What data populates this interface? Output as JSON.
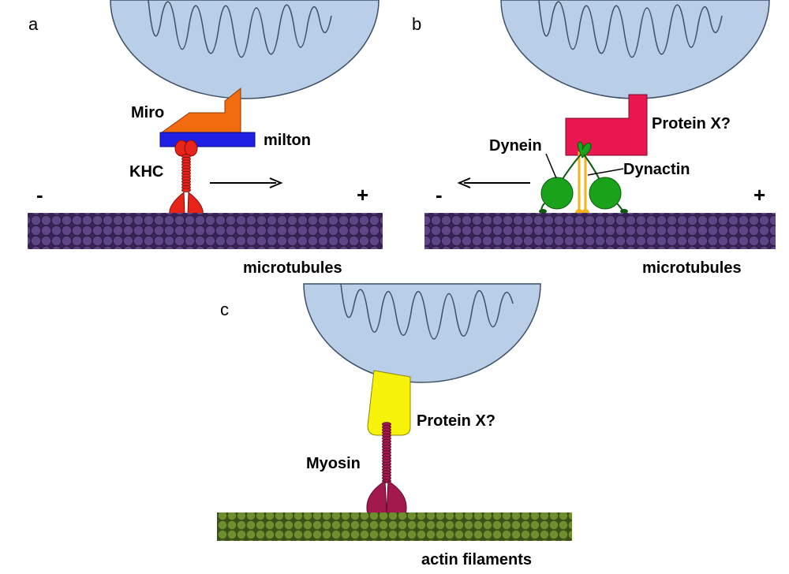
{
  "panels": {
    "a": {
      "letter": "a",
      "labels": {
        "miro": "Miro",
        "milton": "milton",
        "khc": "KHC",
        "minus": "-",
        "plus": "+",
        "track": "microtubules"
      }
    },
    "b": {
      "letter": "b",
      "labels": {
        "protein": "Protein X?",
        "dynein": "Dynein",
        "dynactin": "Dynactin",
        "minus": "-",
        "plus": "+",
        "track": "microtubules"
      }
    },
    "c": {
      "letter": "c",
      "labels": {
        "protein": "Protein X?",
        "myosin": "Myosin",
        "track": "actin filaments"
      }
    }
  },
  "colors": {
    "mitochondrion": "#b9cfe8",
    "mitochondrion_outline": "#3d4f66",
    "miro": "#f26b0f",
    "milton": "#1f1fe6",
    "kinesin": "#e8231a",
    "protein_x_b": "#e8174f",
    "dynein": "#1aa31a",
    "dynactin": "#f2b21a",
    "protein_x_c": "#f7f20a",
    "myosin": "#a3184d",
    "microtubule": "#5c3f82",
    "actin": "#6b8a2a"
  }
}
